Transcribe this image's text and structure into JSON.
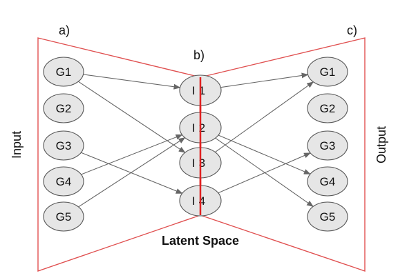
{
  "labels": {
    "a": "a)",
    "b": "b)",
    "c": "c)",
    "input": "Input",
    "output": "Output",
    "latent": "Latent Space"
  },
  "input_nodes": [
    "G1",
    "G2",
    "G3",
    "G4",
    "G5"
  ],
  "latent_nodes": [
    "I1",
    "I2",
    "I3",
    "I4"
  ],
  "output_nodes": [
    "G1",
    "G2",
    "G3",
    "G4",
    "G5"
  ],
  "edges": {
    "encoder": [
      [
        0,
        0
      ],
      [
        0,
        2
      ],
      [
        2,
        3
      ],
      [
        3,
        1
      ],
      [
        4,
        1
      ]
    ],
    "decoder": [
      [
        0,
        0
      ],
      [
        1,
        3
      ],
      [
        1,
        4
      ],
      [
        2,
        0
      ],
      [
        3,
        2
      ]
    ]
  },
  "colors": {
    "frame": "#e05050",
    "divider": "#e02020",
    "node_fill": "#e6e6e6",
    "node_stroke": "#555555",
    "arrow": "#666666"
  }
}
